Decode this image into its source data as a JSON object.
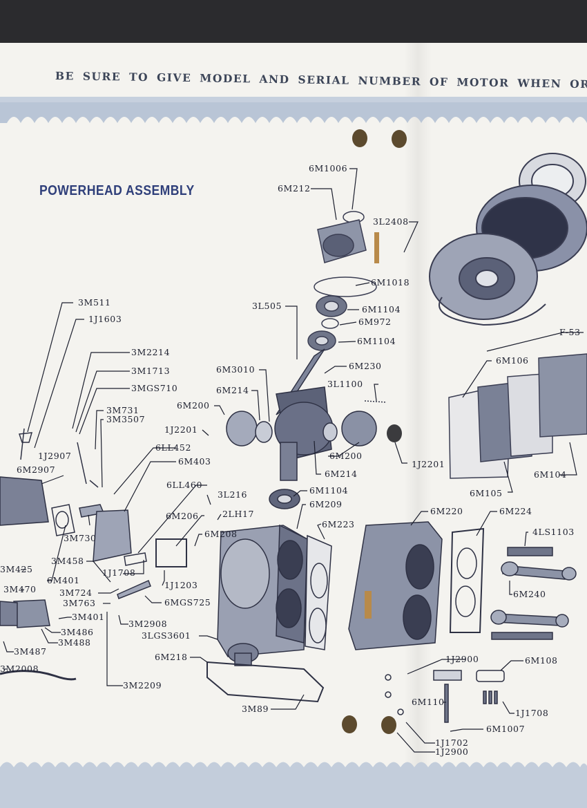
{
  "header_text": "BE SURE TO GIVE MODEL AND SERIAL NUMBER OF MOTOR WHEN ORDERING R",
  "section_title": "POWERHEAD ASSEMBLY",
  "part_labels": {
    "p6M1006": "6M1006",
    "p6M212": "6M212",
    "p3L2408": "3L2408",
    "p6M1018": "6M1018",
    "p3L505": "3L505",
    "p6M1104a": "6M1104",
    "p6M972": "6M972",
    "p6M1104b": "6M1104",
    "p3M511": "3M511",
    "p1J1603": "1J1603",
    "pF53": "F-53",
    "p6M230": "6M230",
    "p6M106": "6M106",
    "p3M2214": "3M2214",
    "p6M3010": "6M3010",
    "p3M1713": "3M1713",
    "p3L1100": "3L1100",
    "p6M214a": "6M214",
    "p3MGS710": "3MGS710",
    "p6M200a": "6M200",
    "p3M731": "3M731",
    "p3M3507": "3M3507",
    "p1J2201a": "1J2201",
    "p6LL452": "6LL452",
    "p1J2907": "1J2907",
    "p6M200b": "6M200",
    "p6M403": "6M403",
    "p1J2201b": "1J2201",
    "p6M2907": "6M2907",
    "p6M214b": "6M214",
    "p6M104": "6M104",
    "p6LL460": "6LL460",
    "p6M1104c": "6M1104",
    "p6M105": "6M105",
    "p3L216": "3L216",
    "p6M209": "6M209",
    "p6M220": "6M220",
    "p6M224": "6M224",
    "p6M206": "6M206",
    "p2LH17": "2LH17",
    "p6M223": "6M223",
    "p3M730": "3M730",
    "p6M208": "6M208",
    "p4LS1103": "4LS1103",
    "p3M458": "3M458",
    "p3M425": "3M425",
    "p1J1708a": "1J1708",
    "p6M401": "6M401",
    "p1J1203": "1J1203",
    "p3M470": "3M470",
    "p3M724": "3M724",
    "p6M240": "6M240",
    "p3M763": "3M763",
    "p6MGS725": "6MGS725",
    "p3M401": "3M401",
    "p3M2908": "3M2908",
    "p3M486": "3M486",
    "p3LGS3601": "3LGS3601",
    "p3M488": "3M488",
    "p3M487": "3M487",
    "p6M218": "6M218",
    "p1J2900a": "1J2900",
    "p6M108": "6M108",
    "p3M2008": "3M2008",
    "p3M2209": "3M2209",
    "p1J1708b": "1J1708",
    "p6M110": "6M110",
    "p3M89": "3M89",
    "p6M1007": "6M1007",
    "p1J1702": "1J1702",
    "p1J2900b": "1J2900"
  }
}
